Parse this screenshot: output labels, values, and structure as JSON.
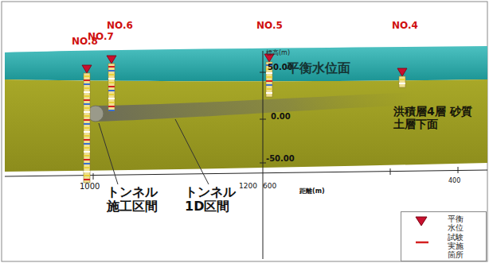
{
  "diagram": {
    "labels": [
      "NO.8",
      "NO.7",
      "NO.6",
      "NO.5",
      "NO.4",
      "標高(m)",
      "50.00",
      "0.00",
      "-50.00",
      "平衡水位面",
      "洪積層4層 砂質土層下面",
      "1000",
      "1200",
      "600",
      "距離(m)",
      "400",
      "トンネル 施工区間",
      "トンネル 1D区間"
    ],
    "legend": [
      {
        "text": "平衡 水位"
      },
      {
        "text": "試験 実施 箇所"
      }
    ]
  }
}
